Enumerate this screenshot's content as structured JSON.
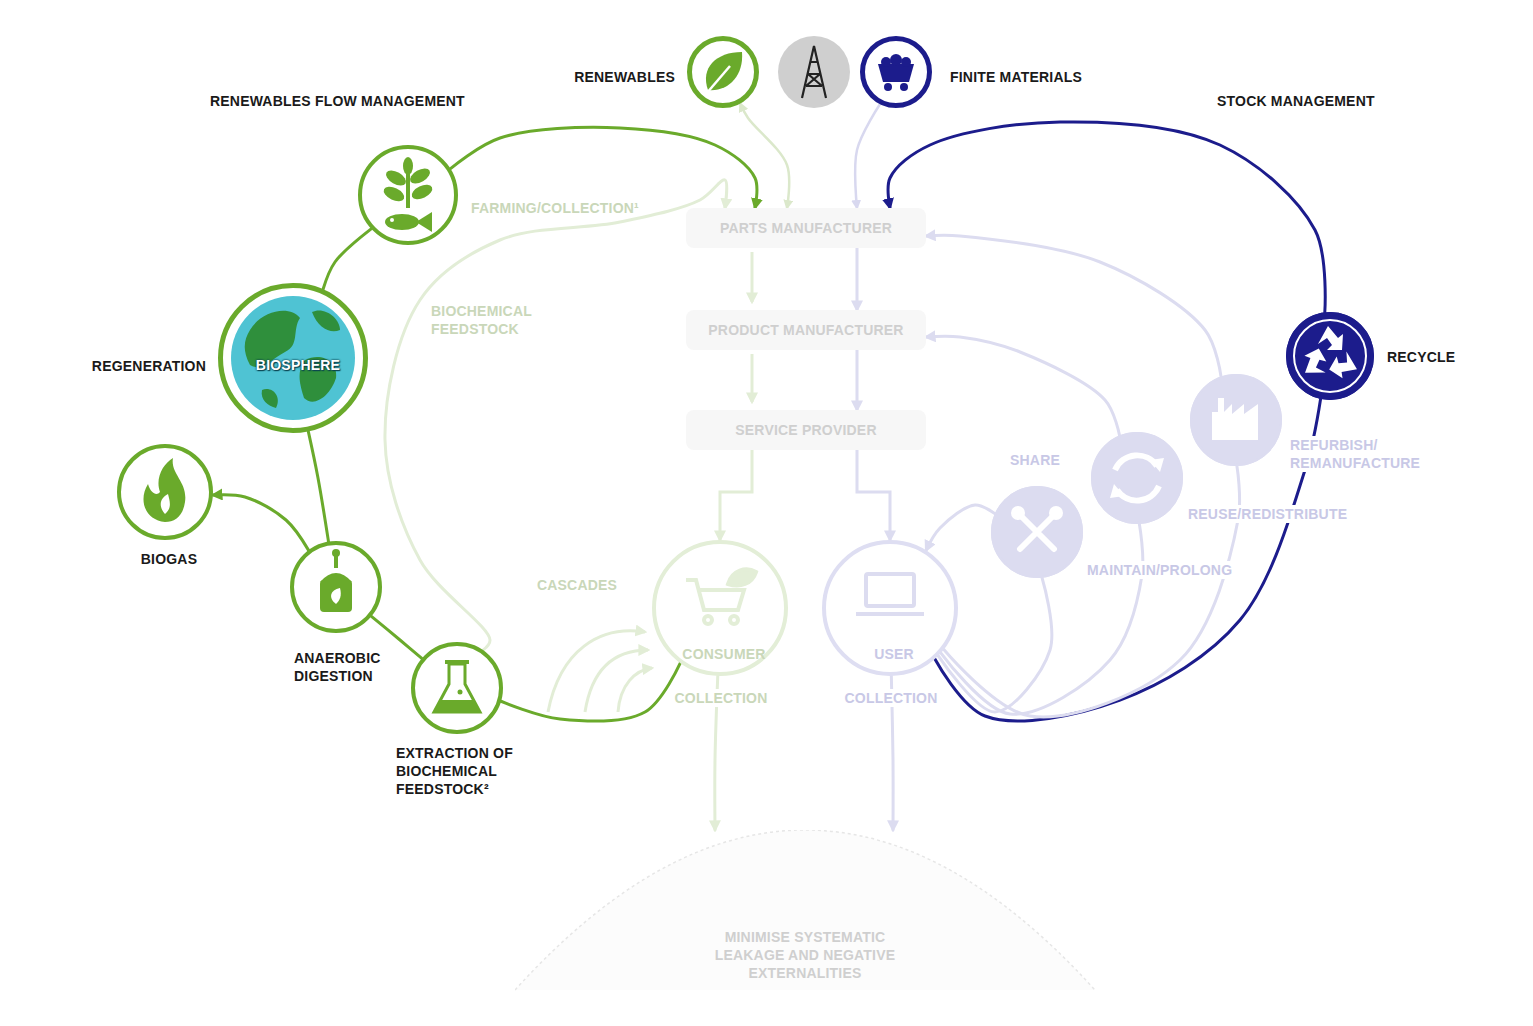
{
  "diagram": {
    "nodes": [
      {
        "text": [
          "RENEWABLES"
        ]
      },
      {
        "text": [
          "FINITE MATERIALS"
        ]
      },
      {
        "text": [
          "FARMING/COLLECTION¹"
        ]
      },
      {
        "text": [
          "PARTS MANUFACTURER"
        ]
      },
      {
        "text": [
          "PRODUCT MANUFACTURER"
        ]
      },
      {
        "text": [
          "SERVICE PROVIDER"
        ]
      },
      {
        "text": [
          "BIOSPHERE",
          "REGENERATION"
        ]
      },
      {
        "text": [
          "BIOGAS"
        ]
      },
      {
        "text": [
          "ANAEROBIC DIGESTION"
        ]
      },
      {
        "text": [
          "EXTRACTION OF BIOCHEMICAL FEEDSTOCK²"
        ]
      },
      {
        "text": [
          "CONSUMER"
        ]
      },
      {
        "text": [
          "USER"
        ]
      },
      {
        "text": [
          "RECYCLE"
        ]
      },
      {
        "text": [
          "REFURBISH/ REMANUFACTURE"
        ]
      },
      {
        "text": [
          "REUSE/REDISTRIBUTE"
        ]
      },
      {
        "text": [
          "MAINTAIN/PROLONG"
        ]
      },
      {
        "text": [
          "MINIMISE SYSTEMATIC LEAKAGE AND NEGATIVE EXTERNALITIES"
        ]
      }
    ],
    "edges": [
      {
        "from": 0,
        "to": 3,
        "arrow": "both"
      },
      {
        "from": 1,
        "to": 3,
        "arrow": "to"
      },
      {
        "from": 2,
        "to": 3,
        "arrow": "to"
      },
      {
        "from": 3,
        "to": 4,
        "arrow": "to"
      },
      {
        "from": 4,
        "to": 5,
        "arrow": "to"
      },
      {
        "from": 5,
        "to": 10,
        "arrow": "to"
      },
      {
        "from": 5,
        "to": 11,
        "arrow": "to"
      },
      {
        "from": 10,
        "to": 9,
        "arrow": "none"
      },
      {
        "from": 9,
        "to": 8,
        "arrow": "none"
      },
      {
        "from": 8,
        "to": 6,
        "arrow": "none"
      },
      {
        "from": 6,
        "to": 2,
        "arrow": "none"
      },
      {
        "from": 8,
        "to": 7,
        "arrow": "to"
      },
      {
        "from": 9,
        "to": 3,
        "label": "BIOCHEMICAL FEEDSTOCK",
        "arrow": "to"
      },
      {
        "from": 11,
        "to": 12,
        "arrow": "none"
      },
      {
        "from": 12,
        "to": 3,
        "arrow": "to"
      },
      {
        "from": 11,
        "to": 13,
        "arrow": "none"
      },
      {
        "from": 13,
        "to": 3,
        "arrow": "to"
      },
      {
        "from": 11,
        "to": 14,
        "arrow": "none"
      },
      {
        "from": 14,
        "to": 4,
        "arrow": "to"
      },
      {
        "from": 11,
        "to": 15,
        "arrow": "none"
      },
      {
        "from": 15,
        "to": 11,
        "arrow": "to"
      },
      {
        "from": 10,
        "to": 16,
        "arrow": "to"
      },
      {
        "from": 11,
        "to": 16,
        "arrow": "to"
      }
    ],
    "labels": [
      "RENEWABLES FLOW MANAGEMENT",
      "STOCK MANAGEMENT",
      "CASCADES",
      "SHARE",
      "COLLECTION",
      "COLLECTION"
    ]
  }
}
